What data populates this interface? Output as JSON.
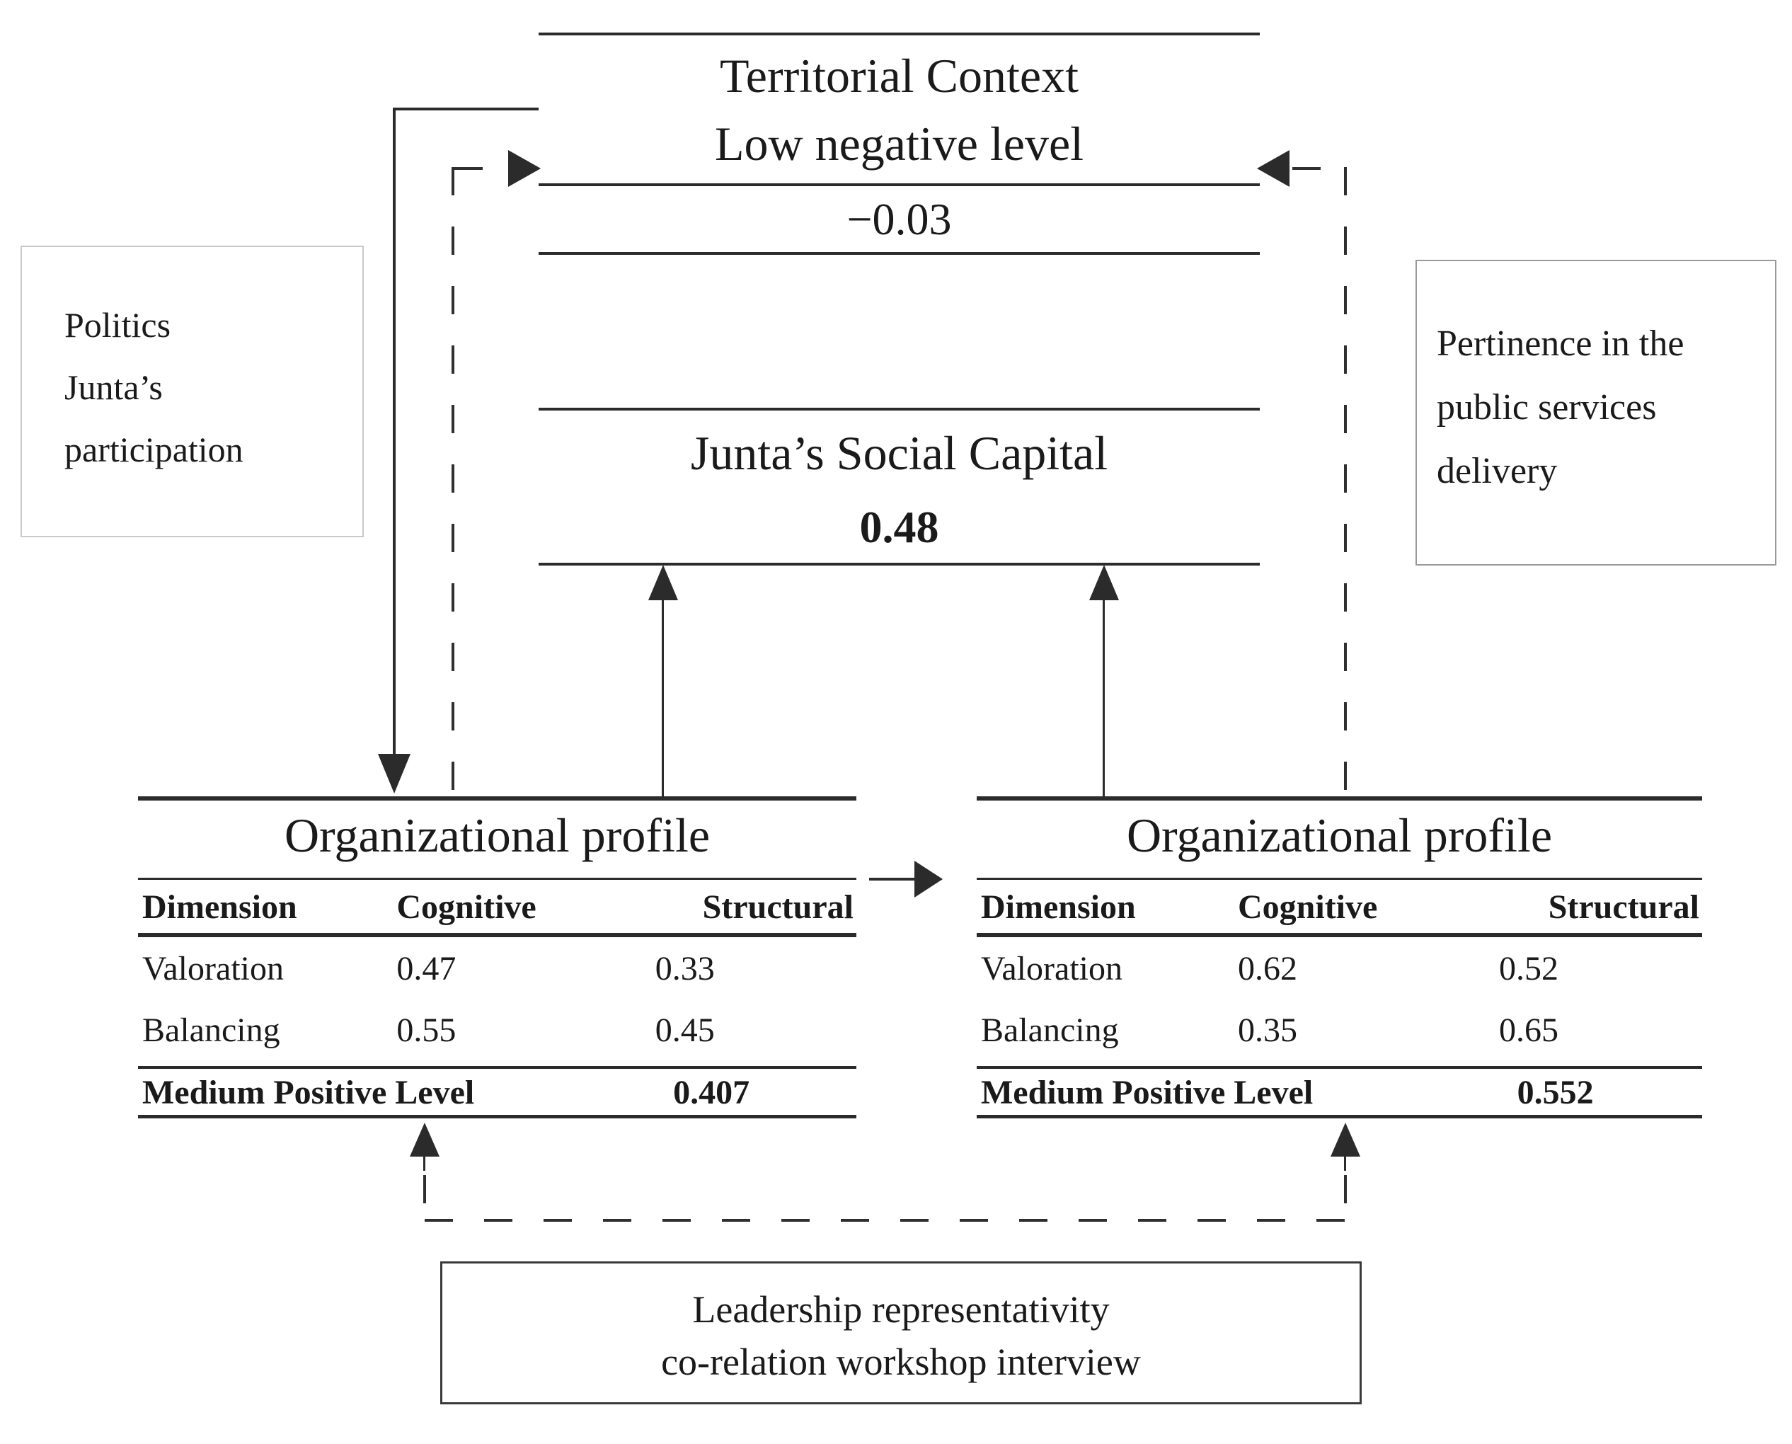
{
  "diagram": {
    "territorial_box": {
      "title": "Territorial Context",
      "subtitle": "Low negative level",
      "value": "−0.03"
    },
    "social_capital_box": {
      "title": "Junta’s Social Capital",
      "value": "0.48"
    },
    "left_note": {
      "line1": "Politics",
      "line2": "Junta’s",
      "line3": "participation"
    },
    "right_note": {
      "line1": "Pertinence in the",
      "line2": "public services",
      "line3": "delivery"
    },
    "left_table": {
      "title": "Organizational profile",
      "col_dimension": "Dimension",
      "col_cognitive": "Cognitive",
      "col_structural": "Structural",
      "rows": [
        {
          "dimension": "Valoration",
          "cognitive": "0.47",
          "structural": "0.33"
        },
        {
          "dimension": "Balancing",
          "cognitive": "0.55",
          "structural": "0.45"
        }
      ],
      "summary_label": "Medium Positive Level",
      "summary_value": "0.407"
    },
    "right_table": {
      "title": "Organizational profile",
      "col_dimension": "Dimension",
      "col_cognitive": "Cognitive",
      "col_structural": "Structural",
      "rows": [
        {
          "dimension": "Valoration",
          "cognitive": "0.62",
          "structural": "0.52"
        },
        {
          "dimension": "Balancing",
          "cognitive": "0.35",
          "structural": "0.65"
        }
      ],
      "summary_label": "Medium Positive Level",
      "summary_value": "0.552"
    },
    "bottom_box": {
      "line1": "Leadership representativity",
      "line2": "co-relation workshop interview"
    },
    "colors": {
      "line": "#2b2b2b",
      "text": "#1a1a1a",
      "left_note_border": "#c9c9c9",
      "right_note_border": "#9a9a9a"
    }
  }
}
